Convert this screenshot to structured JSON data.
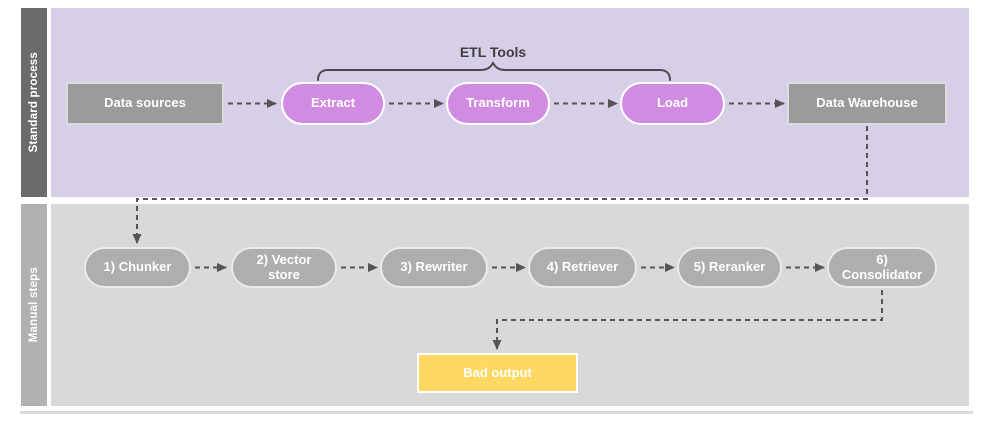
{
  "lanes": [
    {
      "label": "Standard process",
      "bar_color": "#6b6b6b",
      "body_color": "#d7cfe7"
    },
    {
      "label": "Manual steps",
      "bar_color": "#b1b1b1",
      "body_color": "#d9d9d9"
    }
  ],
  "standard_process": {
    "data_sources_label": "Data sources",
    "etl_group_label": "ETL Tools",
    "extract_label": "Extract",
    "transform_label": "Transform",
    "load_label": "Load",
    "data_warehouse_label": "Data Warehouse"
  },
  "manual_steps": {
    "steps": [
      {
        "label": "1) Chunker"
      },
      {
        "label": "2) Vector store"
      },
      {
        "label": "3) Rewriter"
      },
      {
        "label": "4) Retriever"
      },
      {
        "label": "5) Reranker"
      },
      {
        "label": "6) Consolidator"
      }
    ],
    "bad_output_label": "Bad output"
  },
  "colors": {
    "etl_pill_fill": "#d18ce2",
    "gray_node_fill": "#9b9b9b",
    "step_pill_fill": "#aeaeae",
    "bad_output_fill": "#ffd763",
    "connector_stroke": "#555555",
    "caption_text": "#3f3f3f",
    "node_text": "#ffffff"
  }
}
